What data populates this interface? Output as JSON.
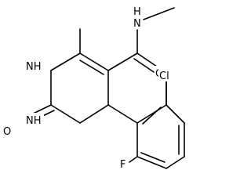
{
  "structure": {
    "atom_labels": {
      "nh1": "NH",
      "nh2": "NH",
      "o_carbonyl_ring": "O",
      "o_amide": "O",
      "n_amide": "N",
      "h_amide": "H",
      "cl": "Cl",
      "f": "F"
    },
    "colors": {
      "bond": "#000000",
      "text": "#000000",
      "background": "#ffffff"
    }
  }
}
